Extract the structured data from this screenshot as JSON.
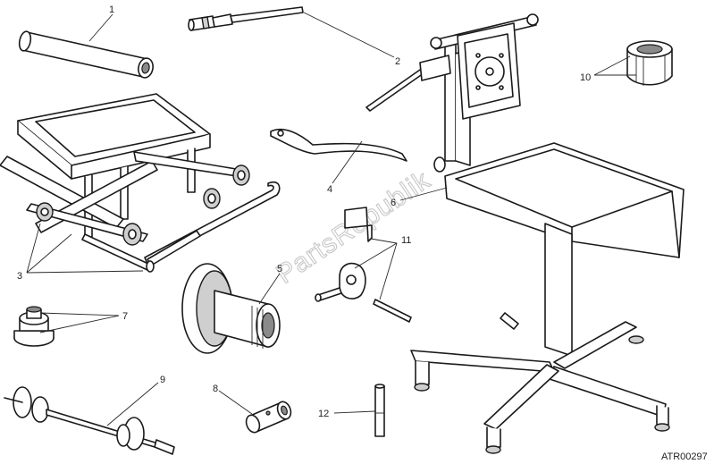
{
  "diagram": {
    "callouts": [
      {
        "id": "1",
        "label": "1"
      },
      {
        "id": "2",
        "label": "2"
      },
      {
        "id": "3",
        "label": "3"
      },
      {
        "id": "4",
        "label": "4"
      },
      {
        "id": "5",
        "label": "5"
      },
      {
        "id": "6",
        "label": "6"
      },
      {
        "id": "7",
        "label": "7"
      },
      {
        "id": "8",
        "label": "8"
      },
      {
        "id": "9",
        "label": "9"
      },
      {
        "id": "10",
        "label": "10"
      },
      {
        "id": "11",
        "label": "11"
      },
      {
        "id": "12",
        "label": "12"
      }
    ],
    "drawing_code": "ATR00297",
    "watermark": "PartsRepublik"
  },
  "colors": {
    "line": "#1a1a1a",
    "shade": "#cfcfcf",
    "watermark": "#c8c8c8"
  }
}
